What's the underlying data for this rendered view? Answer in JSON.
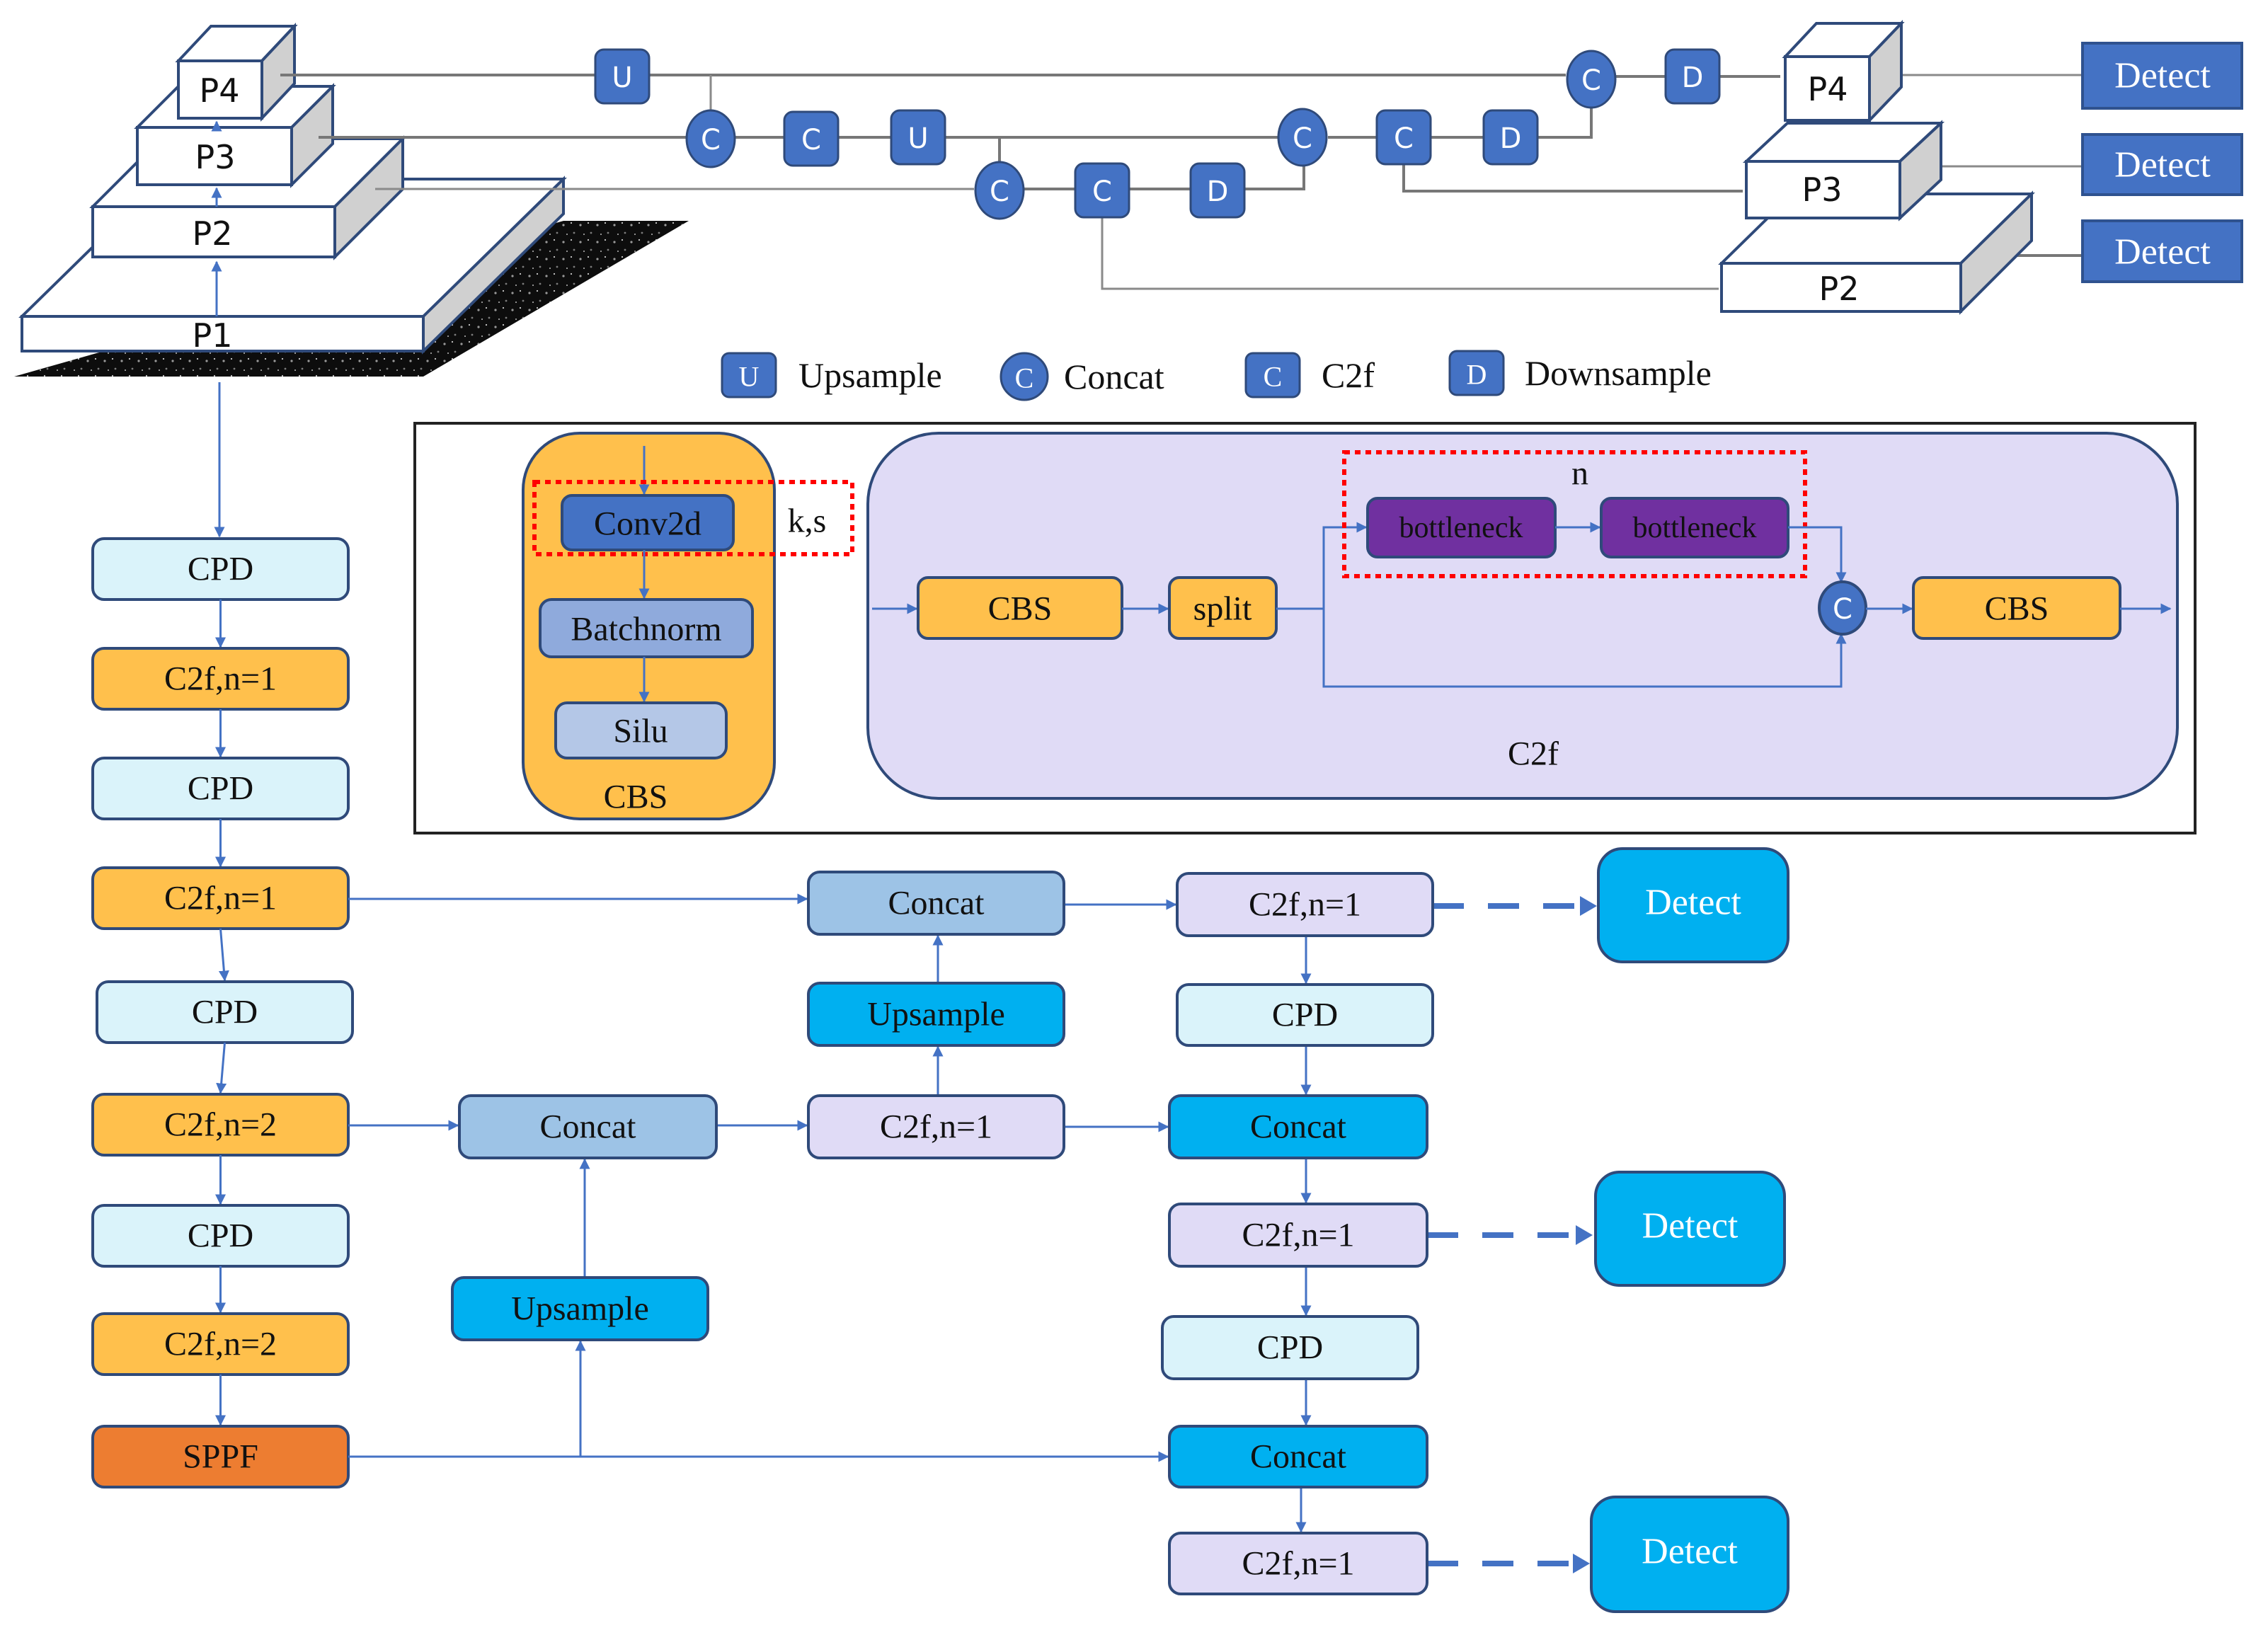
{
  "colors": {
    "node_blue": "#4472c4",
    "backbone_cpd": "#daf3fa",
    "backbone_c2f": "#ffc04c",
    "sppf": "#ed7d31",
    "concat_light": "#9dc3e6",
    "cyan": "#00b0f0",
    "lavender": "#e0dbf6",
    "bottleneck": "#7030a0",
    "conv2d": "#4472c4",
    "batchnorm": "#8faadc",
    "silu": "#b4c7e7",
    "dotted_red": "#ff0000",
    "detect_top": "#4472c4"
  },
  "pyramid_left": {
    "levels": [
      "P1",
      "P2",
      "P3",
      "P4"
    ]
  },
  "pyramid_right": {
    "levels": [
      "P2",
      "P3",
      "P4"
    ]
  },
  "top_flow": {
    "nodes": [
      {
        "id": "u1",
        "kind": "upsample",
        "glyph": "U"
      },
      {
        "id": "c1",
        "kind": "concat",
        "glyph": "C"
      },
      {
        "id": "f1",
        "kind": "c2f",
        "glyph": "C"
      },
      {
        "id": "u2",
        "kind": "upsample",
        "glyph": "U"
      },
      {
        "id": "c2",
        "kind": "concat",
        "glyph": "C"
      },
      {
        "id": "f2",
        "kind": "c2f",
        "glyph": "C"
      },
      {
        "id": "d1",
        "kind": "downsample",
        "glyph": "D"
      },
      {
        "id": "c3",
        "kind": "concat",
        "glyph": "C"
      },
      {
        "id": "f3",
        "kind": "c2f",
        "glyph": "C"
      },
      {
        "id": "d2",
        "kind": "downsample",
        "glyph": "D"
      },
      {
        "id": "c4",
        "kind": "concat",
        "glyph": "C"
      },
      {
        "id": "d3",
        "kind": "downsample",
        "glyph": "D"
      }
    ],
    "detect_labels": [
      "Detect",
      "Detect",
      "Detect"
    ]
  },
  "legend": [
    {
      "glyph": "U",
      "shape": "square",
      "label": "Upsample"
    },
    {
      "glyph": "C",
      "shape": "circle",
      "label": "Concat"
    },
    {
      "glyph": "C",
      "shape": "square",
      "label": "C2f"
    },
    {
      "glyph": "D",
      "shape": "square",
      "label": "Downsample"
    }
  ],
  "cbs_module": {
    "title": "CBS",
    "conv": "Conv2d",
    "params": "k,s",
    "bn": "Batchnorm",
    "act": "Silu"
  },
  "c2f_module": {
    "title": "C2f",
    "cbs_in": "CBS",
    "split": "split",
    "bottleneck_1": "bottleneck",
    "bottleneck_2": "bottleneck",
    "repeat": "n",
    "concat_glyph": "C",
    "cbs_out": "CBS"
  },
  "backbone": [
    {
      "label": "CPD",
      "type": "cpd"
    },
    {
      "label": "C2f,n=1",
      "type": "c2f"
    },
    {
      "label": "CPD",
      "type": "cpd"
    },
    {
      "label": "C2f,n=1",
      "type": "c2f"
    },
    {
      "label": "CPD",
      "type": "cpd"
    },
    {
      "label": "C2f,n=2",
      "type": "c2f"
    },
    {
      "label": "CPD",
      "type": "cpd"
    },
    {
      "label": "C2f,n=2",
      "type": "c2f"
    },
    {
      "label": "SPPF",
      "type": "sppf"
    }
  ],
  "neck": {
    "concat_a": "Concat",
    "upsample_a": "Upsample",
    "concat_b": "Concat",
    "upsample_b": "Upsample",
    "c2f_b": "C2f,n=1",
    "c2f_out1": "C2f,n=1",
    "cpd_1": "CPD",
    "concat_c": "Concat",
    "c2f_out2": "C2f,n=1",
    "cpd_2": "CPD",
    "concat_d": "Concat",
    "c2f_out3": "C2f,n=1"
  },
  "heads": [
    "Detect",
    "Detect",
    "Detect"
  ]
}
